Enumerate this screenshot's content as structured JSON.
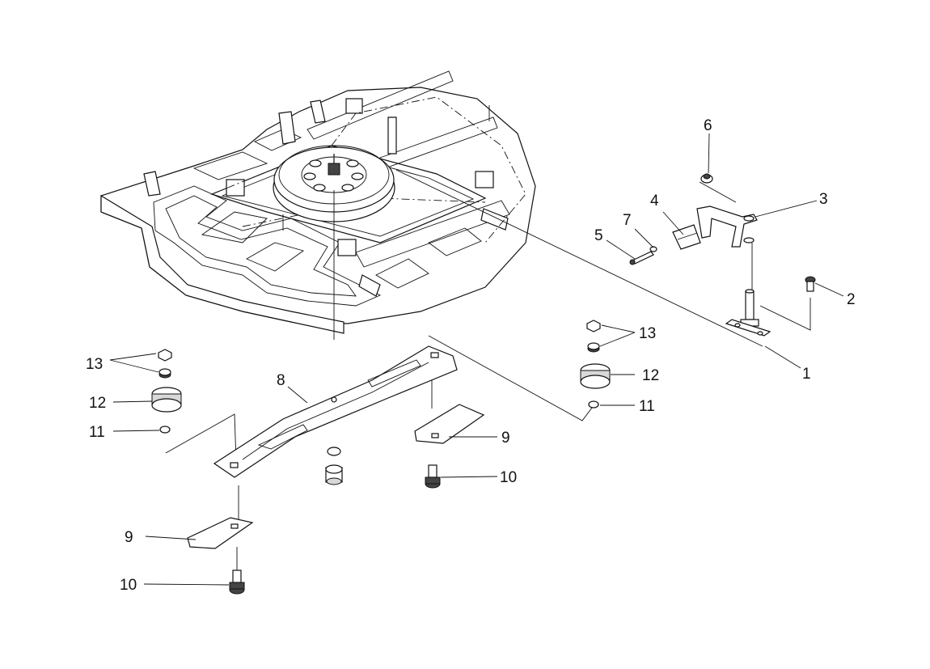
{
  "callouts": [
    {
      "id": "c1",
      "label": "1"
    },
    {
      "id": "c2",
      "label": "2"
    },
    {
      "id": "c3",
      "label": "3"
    },
    {
      "id": "c4",
      "label": "4"
    },
    {
      "id": "c5",
      "label": "5"
    },
    {
      "id": "c6",
      "label": "6"
    },
    {
      "id": "c7",
      "label": "7"
    },
    {
      "id": "c8",
      "label": "8"
    },
    {
      "id": "c9a",
      "label": "9"
    },
    {
      "id": "c9b",
      "label": "9"
    },
    {
      "id": "c10a",
      "label": "10"
    },
    {
      "id": "c10b",
      "label": "10"
    },
    {
      "id": "c11a",
      "label": "11"
    },
    {
      "id": "c11b",
      "label": "11"
    },
    {
      "id": "c12a",
      "label": "12"
    },
    {
      "id": "c12b",
      "label": "12"
    },
    {
      "id": "c13a",
      "label": "13"
    },
    {
      "id": "c13b",
      "label": "13"
    }
  ]
}
